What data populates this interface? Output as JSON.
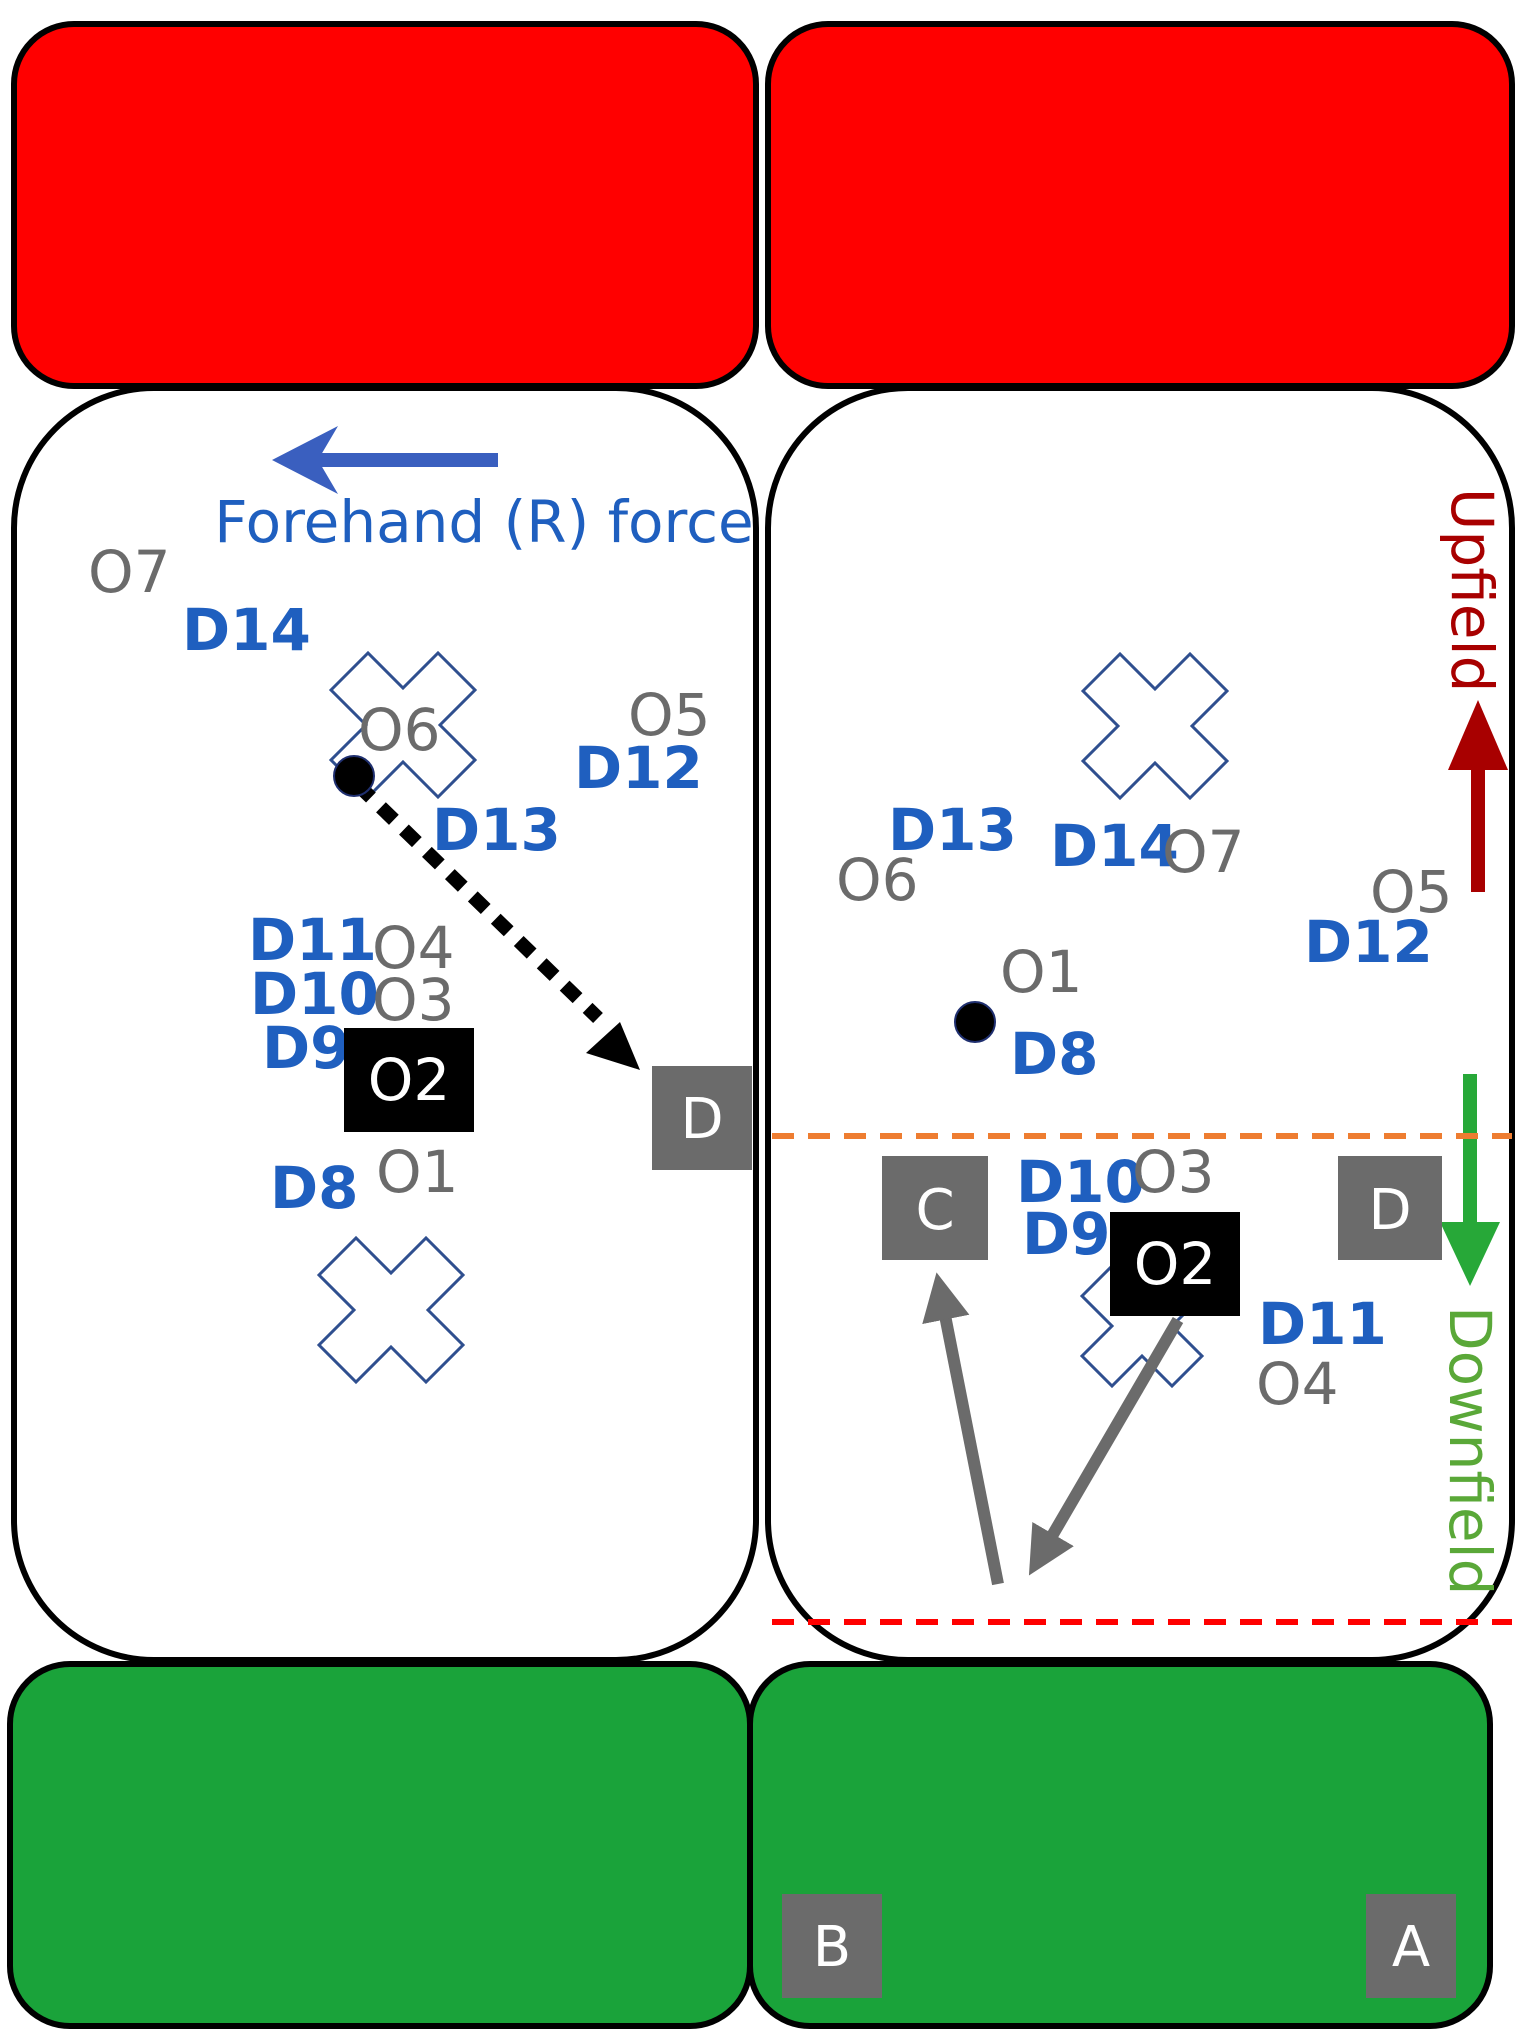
{
  "colors": {
    "endzone_top": "#ff0000",
    "endzone_bottom": "#1aa33a",
    "defense_label": "#1f5fbf",
    "offense_label": "#6b6b6b",
    "marker_box": "#6b6b6b",
    "force_arrow": "#3a5fbf",
    "upfield_arrow": "#a80000",
    "downfield_arrow": "#27a838",
    "orange_line": "#ee7d31",
    "red_line": "#ff0000"
  },
  "left_panel": {
    "force_label": "Forehand (R) force",
    "players": {
      "o7": "O7",
      "d14": "D14",
      "o6": "O6",
      "o5": "O5",
      "d12": "D12",
      "d13": "D13",
      "d11": "D11",
      "o4": "O4",
      "d10": "D10",
      "o3": "O3",
      "d9": "D9",
      "o2": "O2",
      "d8": "D8",
      "o1": "O1"
    },
    "marker_d": "D"
  },
  "right_panel": {
    "upfield_label": "Upfield",
    "downfield_label": "Downfield",
    "players": {
      "d13": "D13",
      "o6": "O6",
      "d14": "D14",
      "o7": "O7",
      "o5": "O5",
      "d12": "D12",
      "o1": "O1",
      "d8": "D8",
      "d10": "D10",
      "o3": "O3",
      "d9": "D9",
      "o2": "O2",
      "d11": "D11",
      "o4": "O4"
    },
    "marker_c": "C",
    "marker_d": "D"
  },
  "endzone_markers": {
    "b": "B",
    "a": "A"
  }
}
